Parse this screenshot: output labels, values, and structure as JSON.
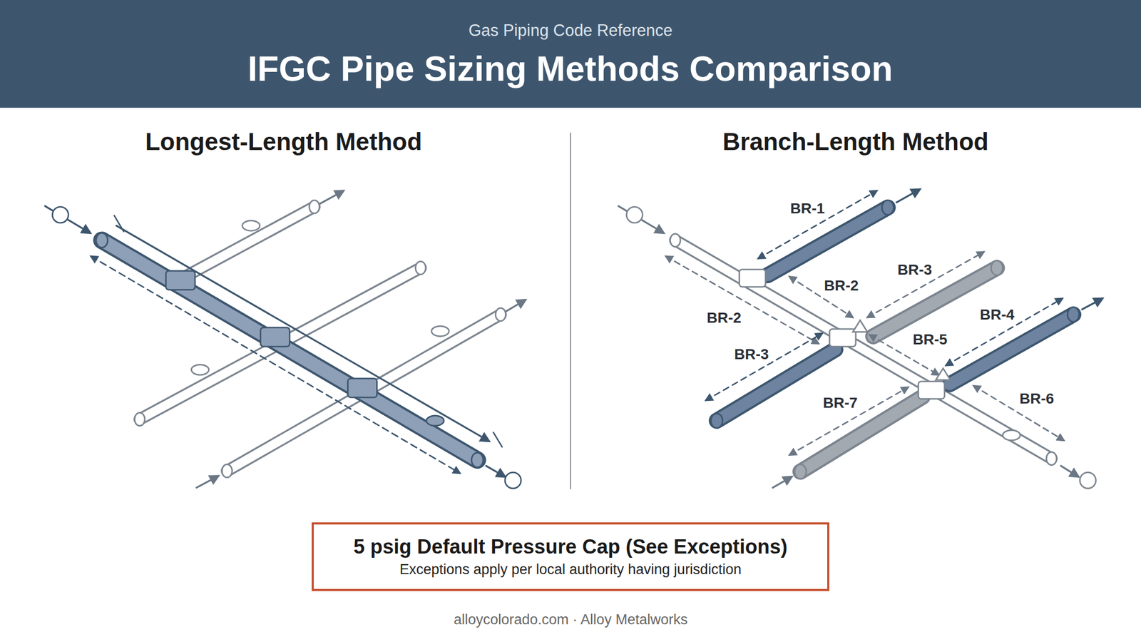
{
  "diagram": {
    "title": "IFGC Pipe Sizing Methods Comparison",
    "caption": "alloycolorado.com · Alloy Metalworks",
    "nodes": [
      {
        "text": [
          "5 psig Default Pressure Cap (See Exceptions)",
          "Exceptions apply per local authority having jurisdiction"
        ]
      }
    ],
    "edges": [],
    "labels": [
      "Gas Piping Code Reference",
      "Longest-Length Method",
      "Branch-Length Method",
      "BR-1",
      "BR-2",
      "BR-3",
      "BR-2",
      "BR-3",
      "BR-4",
      "BR-5",
      "BR-7",
      "BR-6"
    ]
  }
}
